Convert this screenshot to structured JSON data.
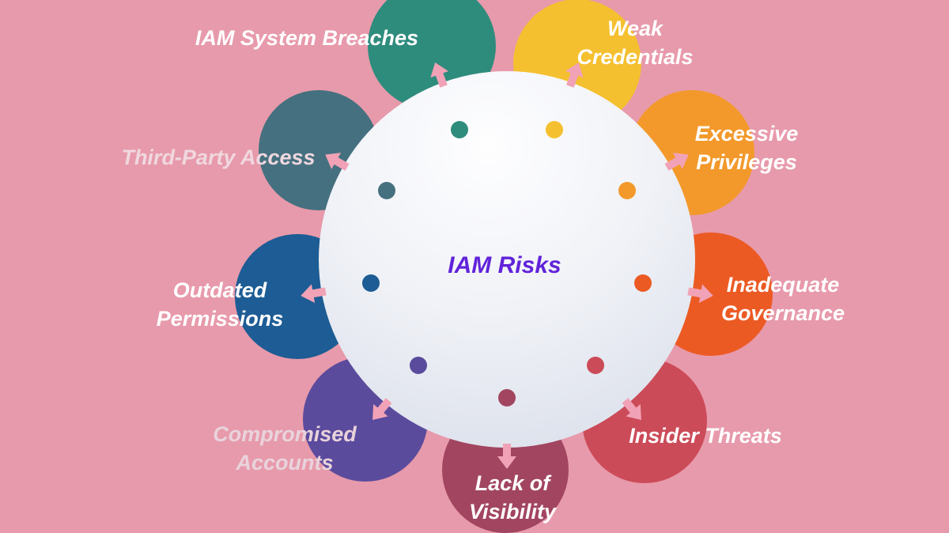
{
  "title": {
    "text": "IAM Risks",
    "color": "#6123DA"
  },
  "canvas": {
    "background_color": "#E79AAB",
    "arrow_color": "#F1A2B6",
    "center_circle_inner_color": "#FEFEFF",
    "center_circle_edge_color": "#D7DCE8"
  },
  "items": [
    {
      "id": "third-party-access",
      "label": "Third-Party Access",
      "lines": [
        "Third-Party Access"
      ],
      "color": "#45707F",
      "label_color": "#F0D8DF"
    },
    {
      "id": "iam-system-breaches",
      "label": "IAM System Breaches",
      "lines": [
        "IAM System Breaches"
      ],
      "color": "#2E8C7D",
      "label_color": "#FFFFFF"
    },
    {
      "id": "weak-credentials",
      "label": "Weak Credentials",
      "lines": [
        "Weak",
        "Credentials"
      ],
      "color": "#F5C02F",
      "label_color": "#FFFFFF"
    },
    {
      "id": "excessive-privileges",
      "label": "Excessive Privileges",
      "lines": [
        "Excessive",
        "Privileges"
      ],
      "color": "#F3992B",
      "label_color": "#FFFFFF"
    },
    {
      "id": "inadequate-governance",
      "label": "Inadequate Governance",
      "lines": [
        "Inadequate",
        "Governance"
      ],
      "color": "#EC5A24",
      "label_color": "#FFFFFF"
    },
    {
      "id": "insider-threats",
      "label": "Insider Threats",
      "lines": [
        "Insider Threats"
      ],
      "color": "#CC4B58",
      "label_color": "#FFFFFF"
    },
    {
      "id": "lack-of-visibility",
      "label": "Lack of Visibility",
      "lines": [
        "Lack of",
        "Visibility"
      ],
      "color": "#A24560",
      "label_color": "#FFFFFF"
    },
    {
      "id": "compromised-accounts",
      "label": "Compromised Accounts",
      "lines": [
        "Compromised",
        "Accounts"
      ],
      "color": "#5B4B9D",
      "label_color": "#E9D3DC"
    },
    {
      "id": "outdated-permissions",
      "label": "Outdated Permissions",
      "lines": [
        "Outdated",
        "Permissions"
      ],
      "color": "#1D5C94",
      "label_color": "#FFFFFF"
    }
  ]
}
